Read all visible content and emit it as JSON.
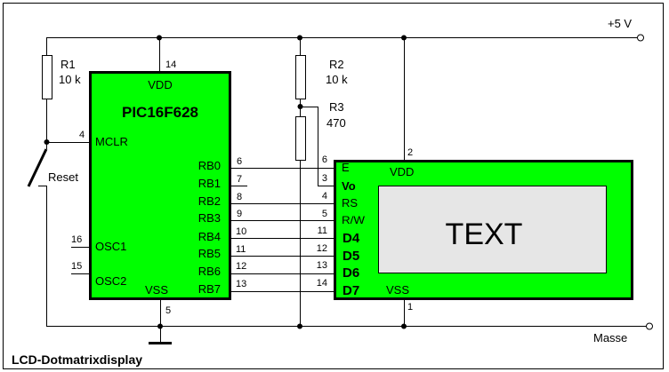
{
  "title": "LCD-Dotmatrixdisplay",
  "supply": {
    "vcc_label": "+5 V",
    "ground_label": "Masse"
  },
  "resistors": [
    {
      "name": "R1",
      "value": "10 k"
    },
    {
      "name": "R2",
      "value": "10 k"
    },
    {
      "name": "R3",
      "value": "470"
    }
  ],
  "switch": {
    "label": "Reset"
  },
  "mcu": {
    "name": "PIC16F628",
    "vdd_label": "VDD",
    "vdd_pin": "14",
    "vss_label": "VSS",
    "vss_pin": "5",
    "mclr_label": "MCLR",
    "mclr_pin": "4",
    "osc1_label": "OSC1",
    "osc1_pin": "16",
    "osc2_label": "OSC2",
    "osc2_pin": "15",
    "port_pins": [
      {
        "label": "RB0",
        "pin": "6"
      },
      {
        "label": "RB1",
        "pin": "7"
      },
      {
        "label": "RB2",
        "pin": "8"
      },
      {
        "label": "RB3",
        "pin": "9"
      },
      {
        "label": "RB4",
        "pin": "10"
      },
      {
        "label": "RB5",
        "pin": "11"
      },
      {
        "label": "RB6",
        "pin": "12"
      },
      {
        "label": "RB7",
        "pin": "13"
      }
    ]
  },
  "lcd": {
    "vdd_label": "VDD",
    "vdd_pin": "2",
    "vss_label": "VSS",
    "vss_pin": "1",
    "display_text": "TEXT",
    "pins": [
      {
        "label": "E",
        "pin": "6"
      },
      {
        "label": "Vo",
        "pin": "3"
      },
      {
        "label": "RS",
        "pin": "4"
      },
      {
        "label": "R/W",
        "pin": "5"
      },
      {
        "label": "D4",
        "pin": "11"
      },
      {
        "label": "D5",
        "pin": "12"
      },
      {
        "label": "D6",
        "pin": "13"
      },
      {
        "label": "D7",
        "pin": "14"
      }
    ]
  },
  "colors": {
    "component_fill": "#00ff00",
    "display_fill": "#e6e6e6",
    "wire": "#000000"
  }
}
